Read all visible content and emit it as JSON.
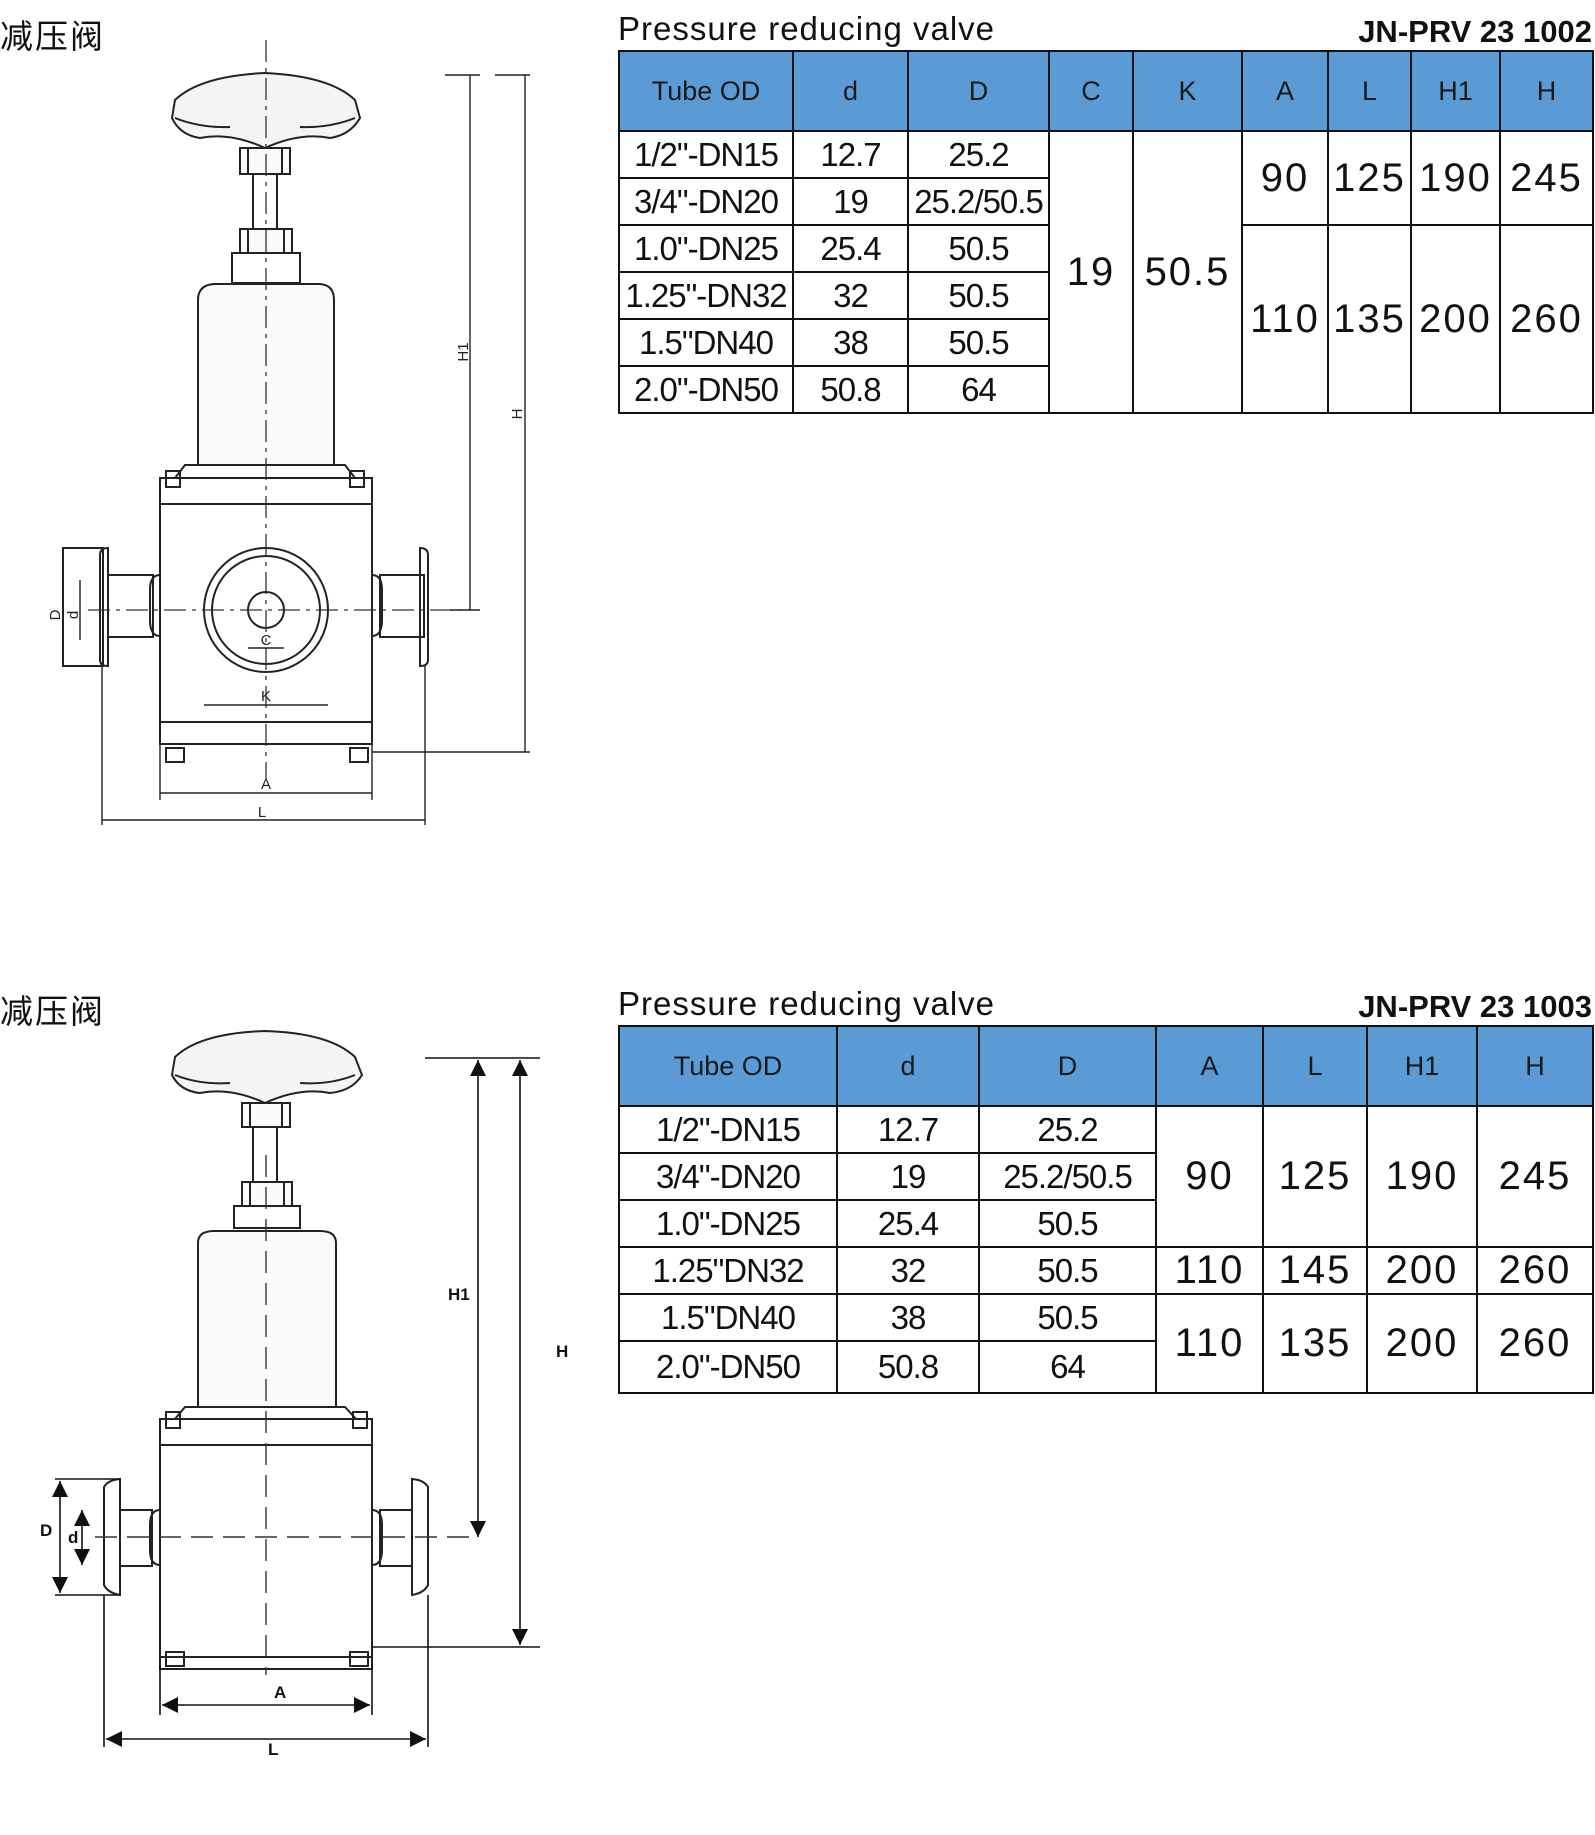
{
  "sections": [
    {
      "cn_title": "减压阀",
      "title": "Pressure reducing valve",
      "code": "JN-PRV 23 1002",
      "headers": [
        "Tube OD",
        "d",
        "D",
        "C",
        "K",
        "A",
        "L",
        "H1",
        "H"
      ],
      "rows": [
        [
          "1/2\"-DN15",
          "12.7",
          "25.2"
        ],
        [
          "3/4\"-DN20",
          "19",
          "25.2/50.5"
        ],
        [
          "1.0\"-DN25",
          "25.4",
          "50.5"
        ],
        [
          "1.25\"-DN32",
          "32",
          "50.5"
        ],
        [
          "1.5\"DN40",
          "38",
          "50.5"
        ],
        [
          "2.0\"-DN50",
          "50.8",
          "64"
        ]
      ],
      "C": "19",
      "K": "50.5",
      "group_a": {
        "A": "90",
        "L": "125",
        "H1": "190",
        "H": "245"
      },
      "group_b": {
        "A": "110",
        "L": "135",
        "H1": "200",
        "H": "260"
      },
      "dims": {
        "H1": "H1",
        "H": "H",
        "D": "D",
        "d": "d",
        "C": "C",
        "K": "K",
        "A": "A",
        "L": "L"
      }
    },
    {
      "cn_title": "减压阀",
      "title": "Pressure reducing valve",
      "code": "JN-PRV 23 1003",
      "headers": [
        "Tube OD",
        "d",
        "D",
        "A",
        "L",
        "H1",
        "H"
      ],
      "rows": [
        [
          "1/2\"-DN15",
          "12.7",
          "25.2"
        ],
        [
          "3/4\"-DN20",
          "19",
          "25.2/50.5"
        ],
        [
          "1.0\"-DN25",
          "25.4",
          "50.5"
        ],
        [
          "1.25\"DN32",
          "32",
          "50.5"
        ],
        [
          "1.5\"DN40",
          "38",
          "50.5"
        ],
        [
          "2.0\"-DN50",
          "50.8",
          "64"
        ]
      ],
      "group_a": {
        "A": "90",
        "L": "125",
        "H1": "190",
        "H": "245"
      },
      "group_mid": {
        "A": "110",
        "L": "145",
        "H1": "200",
        "H": "260"
      },
      "group_b": {
        "A": "110",
        "L": "135",
        "H1": "200",
        "H": "260"
      },
      "dims": {
        "H1": "H1",
        "H": "H",
        "D": "D",
        "d": "d",
        "A": "A",
        "L": "L"
      }
    }
  ]
}
